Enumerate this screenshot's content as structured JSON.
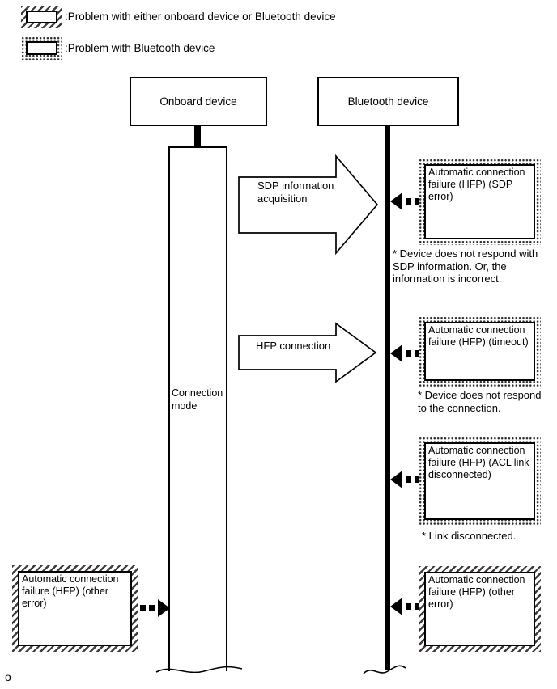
{
  "colors": {
    "ink": "#000000",
    "hatch": "#413a3a",
    "stipple": "#2f2f2f",
    "background": "#ffffff"
  },
  "legend": {
    "items": [
      {
        "swatch": "hatched",
        "label": ":Problem with either onboard device or Bluetooth device"
      },
      {
        "swatch": "stippled",
        "label": ":Problem with Bluetooth device"
      }
    ]
  },
  "actors": {
    "onboard": {
      "title": "Onboard device"
    },
    "bluetooth": {
      "title": "Bluetooth device"
    }
  },
  "activation": {
    "label": "Connection mode"
  },
  "messages": [
    {
      "label": "SDP information acquisition"
    },
    {
      "label": "HFP connection"
    }
  ],
  "failures": {
    "right": [
      {
        "style": "stippled",
        "label": "Automatic connection failure (HFP) (SDP error)",
        "note": "* Device does not respond with SDP information. Or, the information is incorrect."
      },
      {
        "style": "stippled",
        "label": "Automatic connection failure (HFP) (timeout)",
        "note": "* Device does not respond to the connection."
      },
      {
        "style": "stippled",
        "label": "Automatic connection failure (HFP) (ACL link disconnected)",
        "note": "* Link disconnected."
      },
      {
        "style": "hatched",
        "label": "Automatic connection failure (HFP) (other error)"
      }
    ],
    "left": [
      {
        "style": "hatched",
        "label": "Automatic connection failure (HFP) (other error)"
      }
    ]
  },
  "footer": {
    "page_mark": "o"
  }
}
